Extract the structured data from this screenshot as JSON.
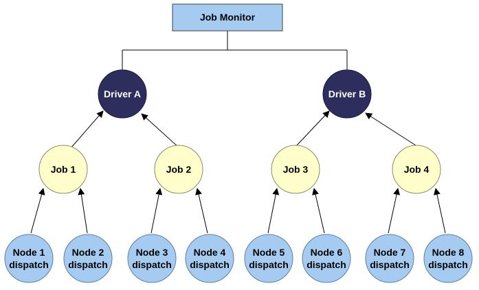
{
  "monitor": {
    "label": "Job Monitor"
  },
  "drivers": [
    {
      "label": "Driver A"
    },
    {
      "label": "Driver B"
    }
  ],
  "jobs": [
    {
      "label": "Job 1"
    },
    {
      "label": "Job 2"
    },
    {
      "label": "Job 3"
    },
    {
      "label": "Job 4"
    }
  ],
  "dispatch": [
    {
      "line1": "Node 1",
      "line2": "dispatch"
    },
    {
      "line1": "Node 2",
      "line2": "dispatch"
    },
    {
      "line1": "Node 3",
      "line2": "dispatch"
    },
    {
      "line1": "Node 4",
      "line2": "dispatch"
    },
    {
      "line1": "Node 5",
      "line2": "dispatch"
    },
    {
      "line1": "Node 6",
      "line2": "dispatch"
    },
    {
      "line1": "Node 7",
      "line2": "dispatch"
    },
    {
      "line1": "Node 8",
      "line2": "dispatch"
    }
  ],
  "colors": {
    "monitor_fill": "#a6cbf0",
    "driver_fill": "#2e2e5e",
    "job_fill": "#ffffcc",
    "dispatch_fill": "#a6cbf0"
  }
}
